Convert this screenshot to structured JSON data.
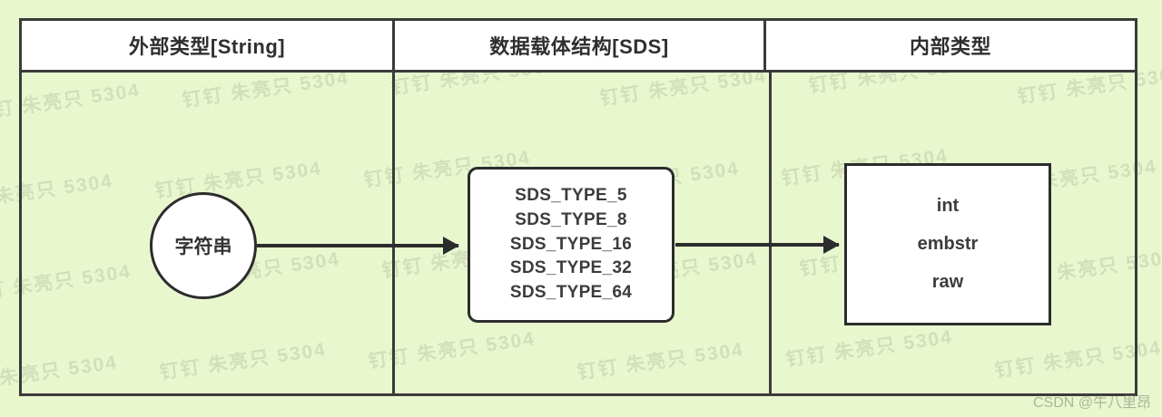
{
  "diagram": {
    "columns": [
      {
        "header": "外部类型[String]"
      },
      {
        "header": "数据载体结构[SDS]"
      },
      {
        "header": "内部类型"
      }
    ],
    "nodes": {
      "string_circle": {
        "label": "字符串"
      },
      "sds_box": {
        "items": [
          "SDS_TYPE_5",
          "SDS_TYPE_8",
          "SDS_TYPE_16",
          "SDS_TYPE_32",
          "SDS_TYPE_64"
        ]
      },
      "internal_box": {
        "items": [
          "int",
          "embstr",
          "raw"
        ]
      }
    },
    "colors": {
      "background": "#e9f7cf",
      "border": "#3b3b3b",
      "node_fill": "#ffffff",
      "text": "#2f2f2f"
    }
  },
  "watermark": {
    "tile_text": "钉钉 朱亮只 5304",
    "credit": "CSDN @牛八里昂"
  }
}
